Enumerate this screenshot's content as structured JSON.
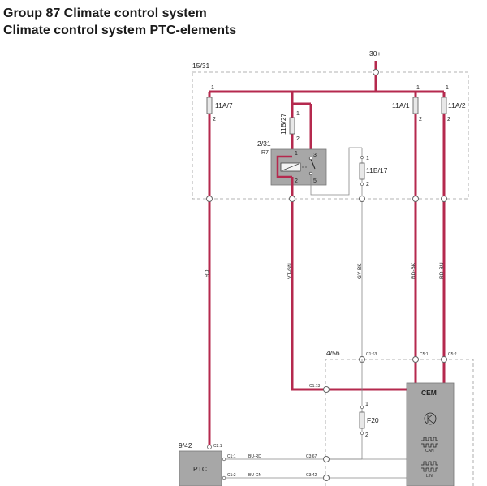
{
  "header": {
    "line1": "Group 87 Climate control system",
    "line2": "Climate control system PTC-elements"
  },
  "supply": {
    "label": "30+"
  },
  "fusebox": {
    "label": "15/31",
    "fuse_11A7": {
      "name": "11A/7",
      "pin_top": "1",
      "pin_bottom": "2"
    },
    "fuse_11B27": {
      "name": "11B/27",
      "pin_top": "1",
      "pin_bottom": "2"
    },
    "fuse_11A1": {
      "name": "11A/1",
      "pin_top": "1",
      "pin_bottom": "2"
    },
    "fuse_11A2": {
      "name": "11A/2",
      "pin_top": "1",
      "pin_bottom": "2"
    },
    "fuse_11B17": {
      "name": "11B/17",
      "pin_top": "1",
      "pin_bottom": "2"
    },
    "relay": {
      "name": "2/31",
      "ref": "R7",
      "pin1": "1",
      "pin2": "2",
      "pin3": "3",
      "pin5": "5"
    }
  },
  "wires": {
    "rd": "RD",
    "vt_gn": "VT-GN",
    "gy_bk": "GY-BK",
    "rd_bk": "RD-BK",
    "rd_bu": "RD-BU",
    "bu_rd": "BU-RD",
    "bu_gn": "BU-GN"
  },
  "cem_box": {
    "label": "4/56",
    "c1_63": "C1:63",
    "c5_1": "C5:1",
    "c5_2": "C5:2",
    "c1_13": "C1:13",
    "c3_67": "C3:67",
    "c3_42": "C3:42",
    "fuse_F20": {
      "name": "F20",
      "pin_top": "1",
      "pin_bottom": "2"
    },
    "cem": {
      "name": "CEM",
      "can": "CAN",
      "lin": "LIN"
    }
  },
  "ptc": {
    "label": "9/42",
    "name": "PTC",
    "c2_1": "C2:1",
    "c1_1": "C1:1",
    "c1_2": "C1:2"
  },
  "colors": {
    "power_wire": "#b5294e",
    "signal_wire": "#6e6e6e",
    "dashed_box": "#9a9a9a",
    "component_fill": "#a7a7a7"
  }
}
